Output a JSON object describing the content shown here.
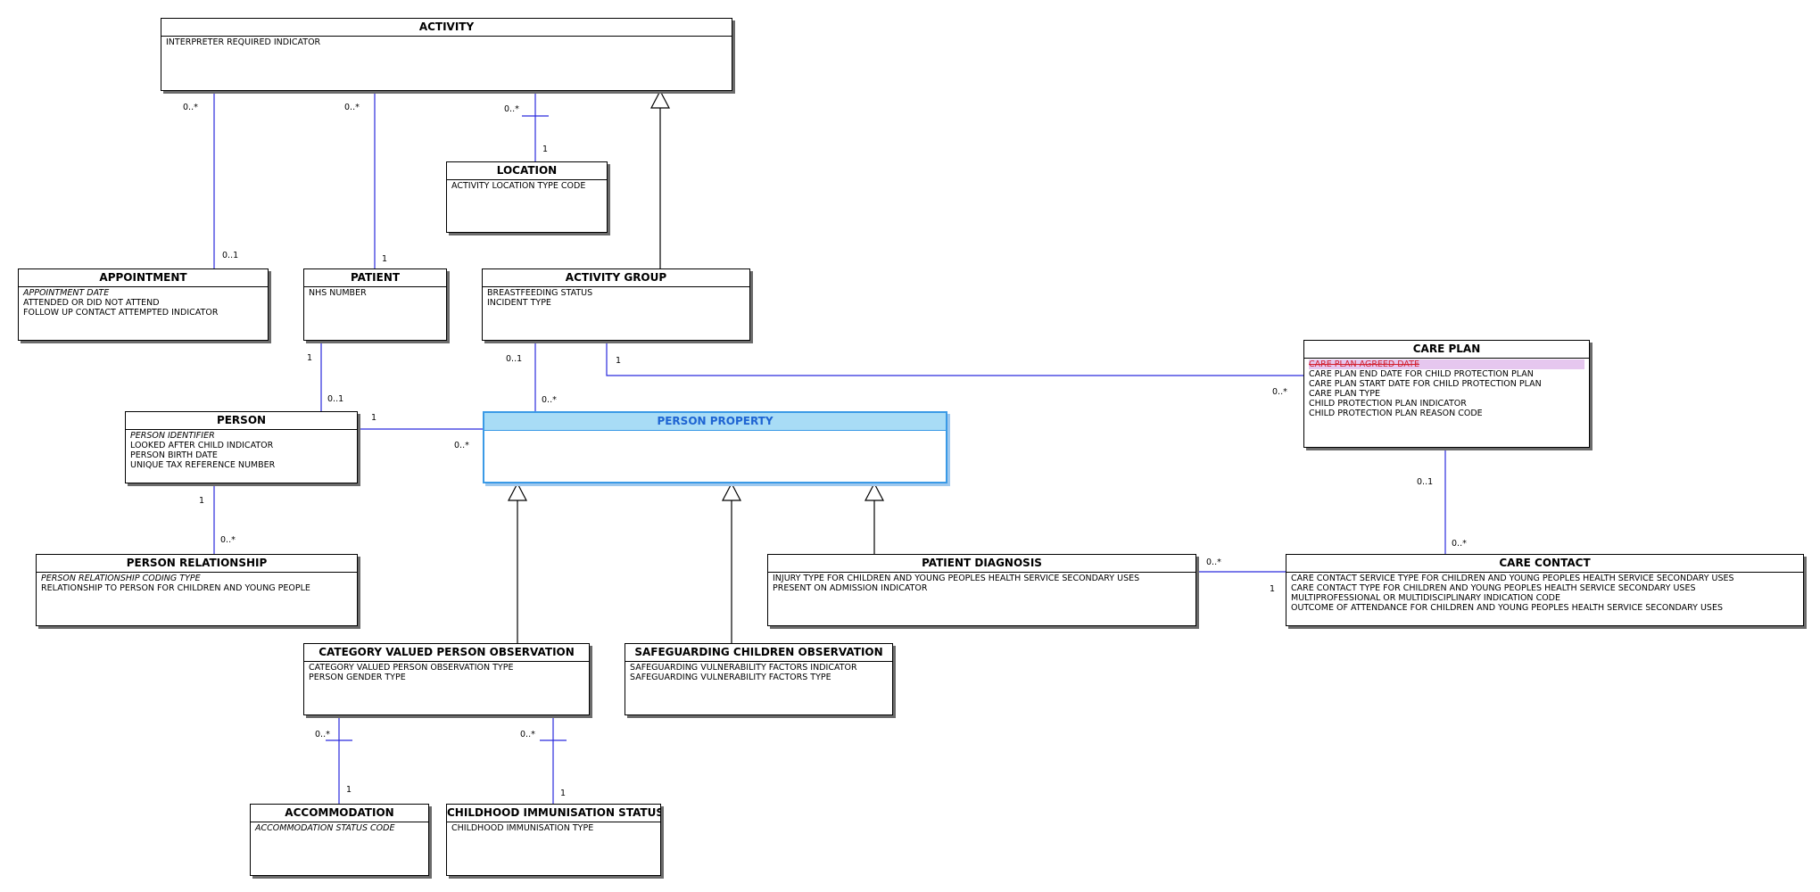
{
  "entities": {
    "activity": {
      "title": "ACTIVITY",
      "attrs": [
        "INTERPRETER REQUIRED INDICATOR"
      ]
    },
    "location": {
      "title": "LOCATION",
      "attrs": [
        "ACTIVITY LOCATION TYPE CODE"
      ]
    },
    "appointment": {
      "title": "APPOINTMENT",
      "attrs": [
        "APPOINTMENT DATE",
        "ATTENDED OR DID NOT ATTEND",
        "FOLLOW UP CONTACT ATTEMPTED INDICATOR"
      ]
    },
    "patient": {
      "title": "PATIENT",
      "attrs": [
        "NHS NUMBER"
      ]
    },
    "activity_group": {
      "title": "ACTIVITY GROUP",
      "attrs": [
        "BREASTFEEDING STATUS",
        "INCIDENT TYPE"
      ]
    },
    "care_plan": {
      "title": "CARE PLAN",
      "attrs": [
        "CARE PLAN AGREED DATE",
        "CARE PLAN END DATE FOR CHILD PROTECTION PLAN",
        "CARE PLAN START DATE FOR CHILD PROTECTION PLAN",
        "CARE PLAN TYPE",
        "CHILD PROTECTION PLAN INDICATOR",
        "CHILD PROTECTION PLAN REASON CODE"
      ]
    },
    "person": {
      "title": "PERSON",
      "attrs": [
        "PERSON IDENTIFIER",
        "LOOKED AFTER CHILD INDICATOR",
        "PERSON BIRTH DATE",
        "UNIQUE TAX REFERENCE NUMBER"
      ]
    },
    "person_property": {
      "title": "PERSON PROPERTY",
      "attrs": []
    },
    "person_relationship": {
      "title": "PERSON RELATIONSHIP",
      "attrs": [
        "PERSON RELATIONSHIP CODING TYPE",
        "RELATIONSHIP TO PERSON FOR CHILDREN AND YOUNG PEOPLE"
      ]
    },
    "patient_diagnosis": {
      "title": "PATIENT DIAGNOSIS",
      "attrs": [
        "INJURY TYPE FOR CHILDREN AND YOUNG PEOPLES HEALTH SERVICE SECONDARY USES",
        "PRESENT ON ADMISSION INDICATOR"
      ]
    },
    "care_contact": {
      "title": "CARE CONTACT",
      "attrs": [
        "CARE CONTACT SERVICE TYPE FOR CHILDREN AND YOUNG PEOPLES HEALTH SERVICE SECONDARY USES",
        "CARE CONTACT TYPE FOR CHILDREN AND YOUNG PEOPLES HEALTH SERVICE SECONDARY USES",
        "MULTIPROFESSIONAL OR MULTIDISCIPLINARY INDICATION CODE",
        "OUTCOME OF ATTENDANCE FOR CHILDREN AND YOUNG PEOPLES HEALTH SERVICE SECONDARY USES"
      ]
    },
    "category_valued_person_observation": {
      "title": "CATEGORY VALUED PERSON OBSERVATION",
      "attrs": [
        "CATEGORY VALUED PERSON OBSERVATION TYPE",
        "PERSON GENDER TYPE"
      ]
    },
    "safeguarding_children_observation": {
      "title": "SAFEGUARDING CHILDREN OBSERVATION",
      "attrs": [
        "SAFEGUARDING VULNERABILITY FACTORS INDICATOR",
        "SAFEGUARDING VULNERABILITY FACTORS TYPE"
      ]
    },
    "accommodation": {
      "title": "ACCOMMODATION",
      "attrs": [
        "ACCOMMODATION STATUS CODE"
      ]
    },
    "childhood_immunisation_status": {
      "title": "CHILDHOOD IMMUNISATION STATUS",
      "attrs": [
        "CHILDHOOD IMMUNISATION TYPE"
      ]
    }
  },
  "multiplicities": {
    "activity_appointment_from": "0..*",
    "activity_appointment_to": "0..1",
    "activity_patient_from": "0..*",
    "activity_patient_to": "1",
    "activity_location_from": "0..*",
    "activity_location_to": "1",
    "patient_person_from": "1",
    "patient_person_to": "0..1",
    "activity_group_person_property_from": "0..1",
    "activity_group_person_property_to": "0..*",
    "activity_group_care_plan_from": "1",
    "activity_group_care_plan_to": "0..*",
    "person_person_property_from": "1",
    "person_person_property_to": "0..*",
    "person_person_relationship_from": "1",
    "person_person_relationship_to": "0..*",
    "care_plan_care_contact_from": "0..1",
    "care_plan_care_contact_to": "0..*",
    "patient_diagnosis_care_contact_from": "0..*",
    "patient_diagnosis_care_contact_to": "1",
    "cvpo_accommodation_from": "0..*",
    "cvpo_accommodation_to": "1",
    "cvpo_immunisation_from": "0..*",
    "cvpo_immunisation_to": "1"
  },
  "colors": {
    "association_line": "#2a2add",
    "generalization_line": "#000000",
    "highlight_fill": "#a8dcf6",
    "highlight_border": "#3a9ae6",
    "struck_attribute_text": "#d2202f",
    "struck_attribute_fill": "#e6c7ef"
  }
}
